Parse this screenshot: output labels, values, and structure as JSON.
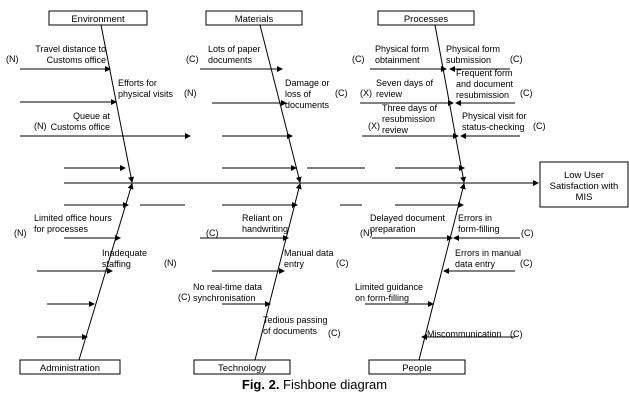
{
  "head": {
    "lines": [
      "Low User",
      "Satisfaction with",
      "MIS"
    ]
  },
  "categories": {
    "environment": "Environment",
    "materials": "Materials",
    "processes": "Processes",
    "administration": "Administration",
    "technology": "Technology",
    "people": "People"
  },
  "causes": {
    "environment": [
      {
        "lines": [
          "Travel distance to",
          "Customs office"
        ],
        "tag": "(N)"
      },
      {
        "lines": [
          "Efforts for",
          "physical visits"
        ],
        "tag": "(N)"
      },
      {
        "lines": [
          "Queue at",
          "Customs office"
        ],
        "tag": "(N)"
      }
    ],
    "materials": [
      {
        "lines": [
          "Lots of paper",
          "documents"
        ],
        "tag": "(C)"
      },
      {
        "lines": [
          "Damage or",
          "loss of",
          "documents"
        ],
        "tag": "(C)"
      }
    ],
    "processes": [
      {
        "lines": [
          "Physical form",
          "obtainment"
        ],
        "tag": "(C)"
      },
      {
        "lines": [
          "Physical form",
          "submission"
        ],
        "tag": "(C)"
      },
      {
        "lines": [
          "Seven days of",
          "review"
        ],
        "tag": "(X)"
      },
      {
        "lines": [
          "Frequent form",
          "and document",
          "resubmission"
        ],
        "tag": "(C)"
      },
      {
        "lines": [
          "Three days of",
          "resubmission",
          "review"
        ],
        "tag": "(X)"
      },
      {
        "lines": [
          "Physical visit for",
          "status-checking"
        ],
        "tag": "(C)"
      }
    ],
    "administration": [
      {
        "lines": [
          "Limited office hours",
          "for processes"
        ],
        "tag": "(N)"
      },
      {
        "lines": [
          "Inadequate",
          "staffing"
        ],
        "tag": "(N)"
      }
    ],
    "technology": [
      {
        "lines": [
          "Reliant on",
          "handwriting"
        ],
        "tag": "(C)"
      },
      {
        "lines": [
          "Manual data",
          "entry"
        ],
        "tag": "(C)"
      },
      {
        "lines": [
          "No real-time data",
          "synchronisation"
        ],
        "tag": "(C)"
      },
      {
        "lines": [
          "Tedious passing",
          "of documents"
        ],
        "tag": "(C)"
      }
    ],
    "people": [
      {
        "lines": [
          "Delayed document",
          "preparation"
        ],
        "tag": "(N)"
      },
      {
        "lines": [
          "Errors in",
          "form-filling"
        ],
        "tag": "(C)"
      },
      {
        "lines": [
          "Errors in manual",
          "data entry"
        ],
        "tag": "(C)"
      },
      {
        "lines": [
          "Limited guidance",
          "on form-filling"
        ],
        "tag": "(C)"
      },
      {
        "lines": [
          "Miscommunication"
        ],
        "tag": "(C)"
      }
    ]
  },
  "caption": {
    "label": "Fig. 2.",
    "text": " Fishbone diagram"
  }
}
